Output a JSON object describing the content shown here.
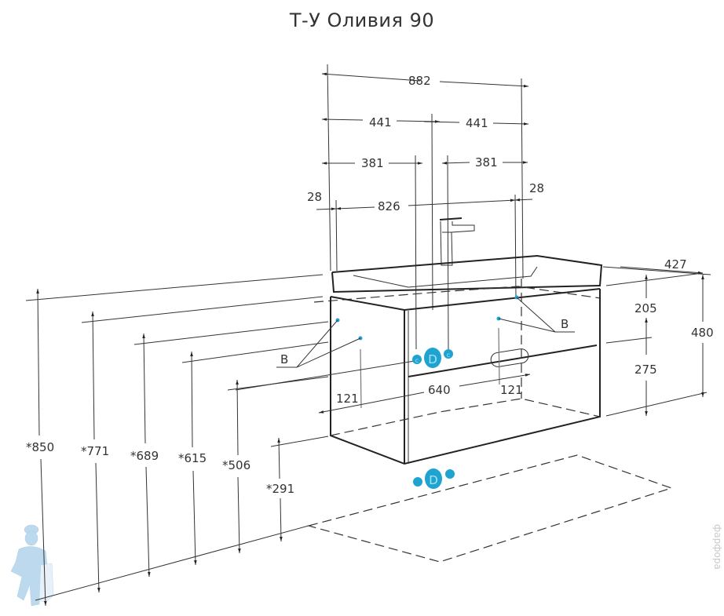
{
  "title": "Т-У Оливия 90",
  "top_dimensions": {
    "overall_width": "882",
    "half_left": "441",
    "half_right": "441",
    "offset_left": "381",
    "offset_right": "381",
    "inner_width": "826",
    "side_left": "28",
    "side_right": "28"
  },
  "right_dimensions": {
    "depth": "427",
    "top_drawer_height": "205",
    "bottom_drawer_height": "275",
    "total_height": "480"
  },
  "front_dimensions": {
    "mount_spacing": "640",
    "mount_offset_left": "121",
    "mount_offset_right": "121"
  },
  "height_dimensions": [
    "*850",
    "*771",
    "*689",
    "*615",
    "*506",
    "*291"
  ],
  "labels": {
    "mount_point_left": "B",
    "mount_point_right": "B",
    "drain_label": "D",
    "water_cold": "c",
    "water_hot": "c"
  },
  "colors": {
    "accent": "#1fa3d1",
    "lines": "#333333",
    "mascot": "#bcd9ee"
  },
  "icons": {
    "mascot": "plumber-mascot-icon",
    "faucet": "faucet-icon",
    "watermark": "watermark-text"
  },
  "watermark": "фарфора"
}
